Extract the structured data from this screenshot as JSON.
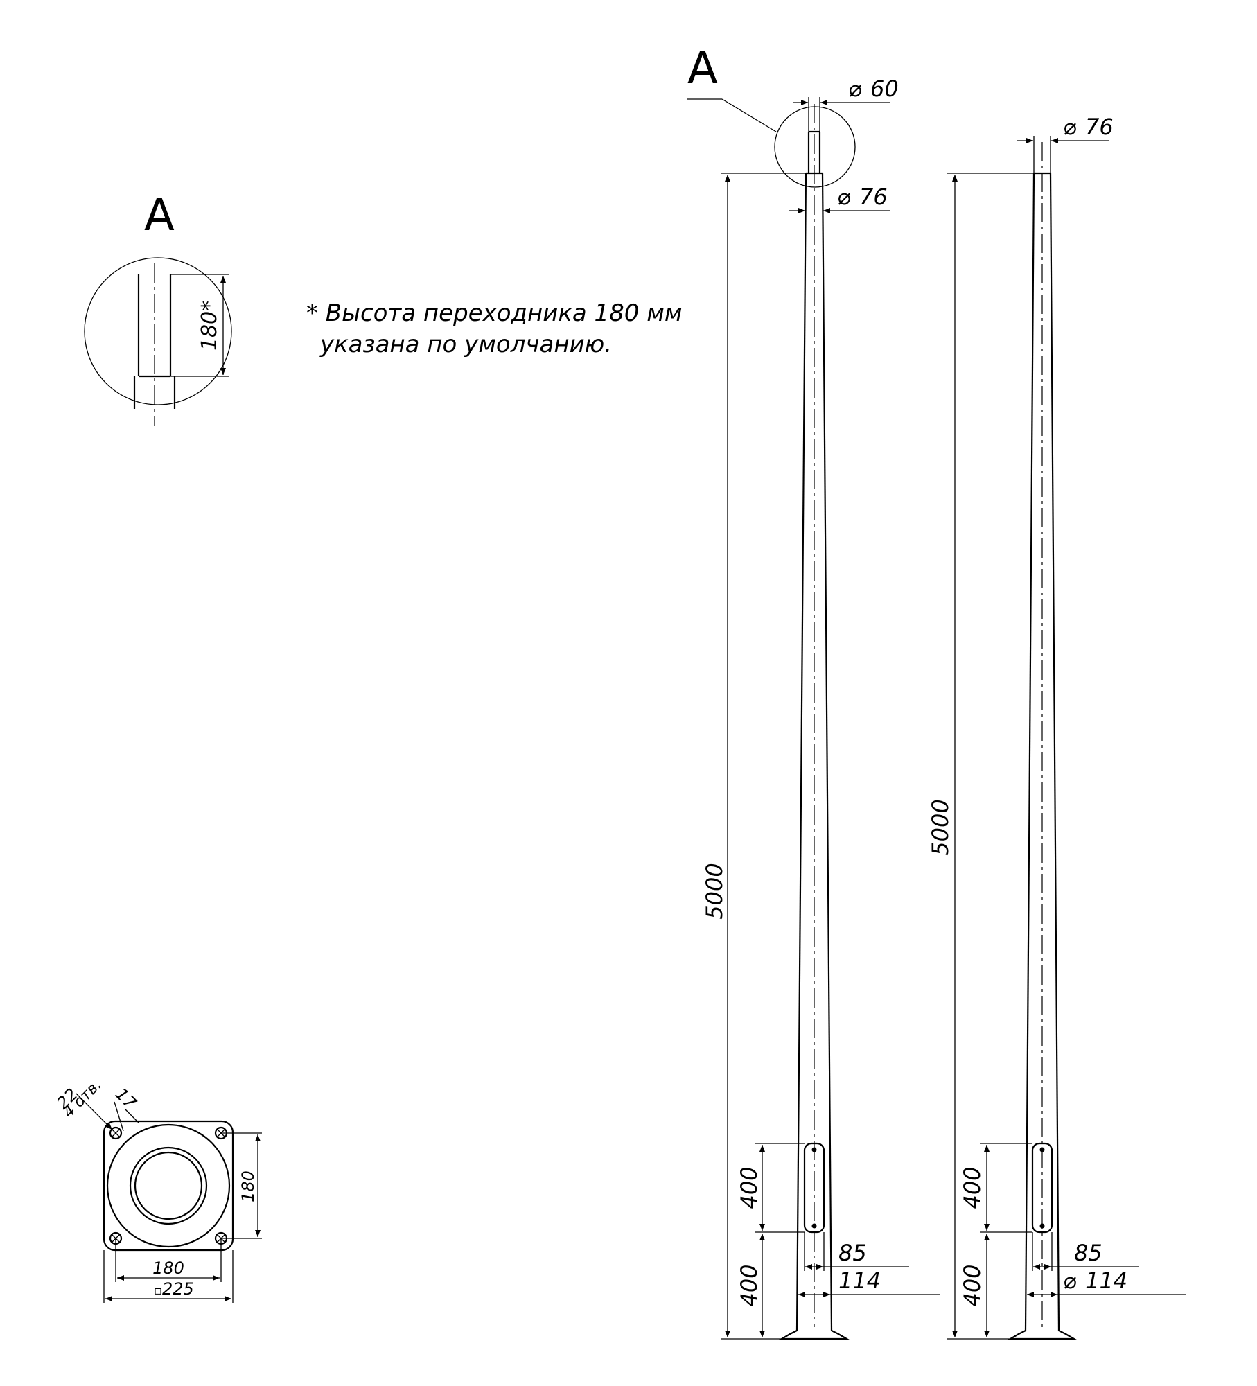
{
  "views": {
    "detail_marker": "A",
    "detail_title": "A"
  },
  "note": {
    "line1": "* Высота переходника 180 мм",
    "line2": "указана по умолчанию."
  },
  "dimensions": {
    "adapter_height": "180*",
    "pole1_top_diameter": "60",
    "pole1_top_tube_diameter": "76",
    "pole1_height": "5000",
    "pole1_hatch_height": "400",
    "pole1_hatch_offset": "400",
    "pole1_hatch_width": "85",
    "pole1_base_diameter": "114",
    "pole2_top_diameter": "76",
    "pole2_height": "5000",
    "pole2_hatch_height": "400",
    "pole2_hatch_offset": "400",
    "pole2_hatch_width": "85",
    "pole2_base_diameter": "114",
    "flange_hole_dia": "22",
    "flange_hole_count": "4 отв.",
    "flange_hole_offset": "17",
    "flange_bolt_spacing_h": "180",
    "flange_bolt_spacing_v": "180",
    "flange_size": "225"
  },
  "symbols": {
    "diameter": "⌀",
    "square": "▫"
  }
}
